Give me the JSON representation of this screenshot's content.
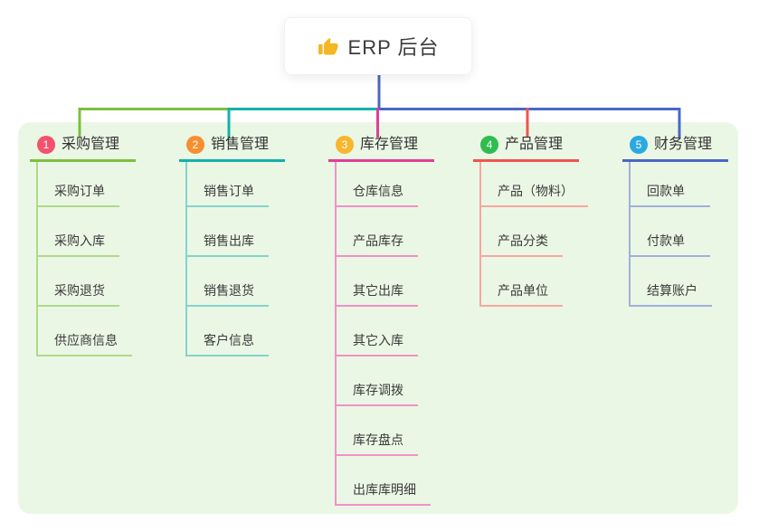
{
  "root": {
    "label": "ERP 后台",
    "icon": "thumbs-up-icon"
  },
  "colors": {
    "canvas": "#ffffff",
    "panel": "#ebf7e5",
    "root_connector": "#4a67c8",
    "thumb_icon": "#f2b722",
    "title_text": "#333333",
    "child_text": "#3a3a3a"
  },
  "branches": [
    {
      "num": "1",
      "title": "采购管理",
      "badge_color": "#f4516c",
      "line_color": "#7cbf3f",
      "light_color": "#b0d98a",
      "children": [
        "采购订单",
        "采购入库",
        "采购退货",
        "供应商信息"
      ]
    },
    {
      "num": "2",
      "title": "销售管理",
      "badge_color": "#f78f31",
      "line_color": "#13b2a8",
      "light_color": "#84d3cc",
      "children": [
        "销售订单",
        "销售出库",
        "销售退货",
        "客户信息"
      ]
    },
    {
      "num": "3",
      "title": "库存管理",
      "badge_color": "#f8b62d",
      "line_color": "#e03d96",
      "light_color": "#f191c7",
      "children": [
        "仓库信息",
        "产品库存",
        "其它出库",
        "其它入库",
        "库存调拨",
        "库存盘点",
        "出库库明细"
      ]
    },
    {
      "num": "4",
      "title": "产品管理",
      "badge_color": "#2ebd4e",
      "line_color": "#f0544f",
      "light_color": "#f7a6a1",
      "children": [
        "产品（物料）",
        "产品分类",
        "产品单位"
      ]
    },
    {
      "num": "5",
      "title": "财务管理",
      "badge_color": "#2ca9e1",
      "line_color": "#4a67c8",
      "light_color": "#9fb0dd",
      "children": [
        "回款单",
        "付款单",
        "结算账户"
      ]
    }
  ]
}
